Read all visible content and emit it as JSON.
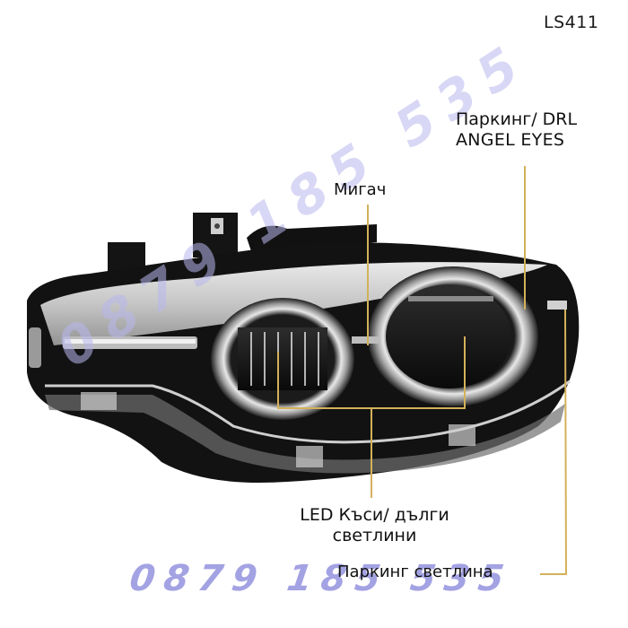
{
  "product": {
    "model_code": "LS411"
  },
  "labels": {
    "drl_line1": "Паркинг/ DRL",
    "drl_line2": "ANGEL EYES",
    "turn_signal": "Мигач",
    "led_line1": "LED Къси/ дълги",
    "led_line2": "светлини",
    "parking_light": "Паркинг светлина"
  },
  "watermarks": {
    "phone_bottom": "0879 185 535",
    "phone_diagonal": "0879 185 535"
  },
  "colors": {
    "callout_line": "#d4b15a",
    "watermark": "#9a98e0",
    "housing": "#111111",
    "background": "#ffffff"
  },
  "image": {
    "subject": "LED headlight with angel eyes"
  }
}
